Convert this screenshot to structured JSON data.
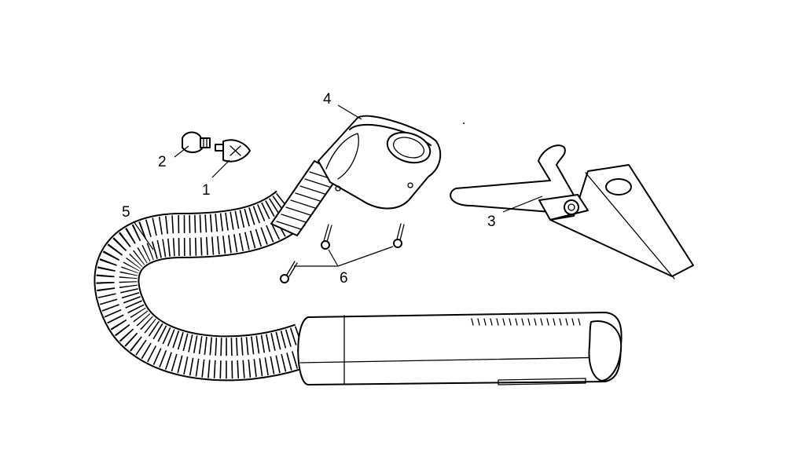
{
  "callouts": {
    "c1": "1",
    "c2": "2",
    "c3": "3",
    "c4": "4",
    "c5": "5",
    "c6": "6"
  },
  "parts": [
    {
      "id": "1",
      "icon": "bulb-icon"
    },
    {
      "id": "2",
      "icon": "bulb-socket-icon"
    },
    {
      "id": "3",
      "icon": "blade-bracket-icon"
    },
    {
      "id": "4",
      "icon": "handle-housing-icon"
    },
    {
      "id": "5",
      "icon": "flexible-hose-icon"
    },
    {
      "id": "6",
      "icon": "screw-icon"
    }
  ]
}
